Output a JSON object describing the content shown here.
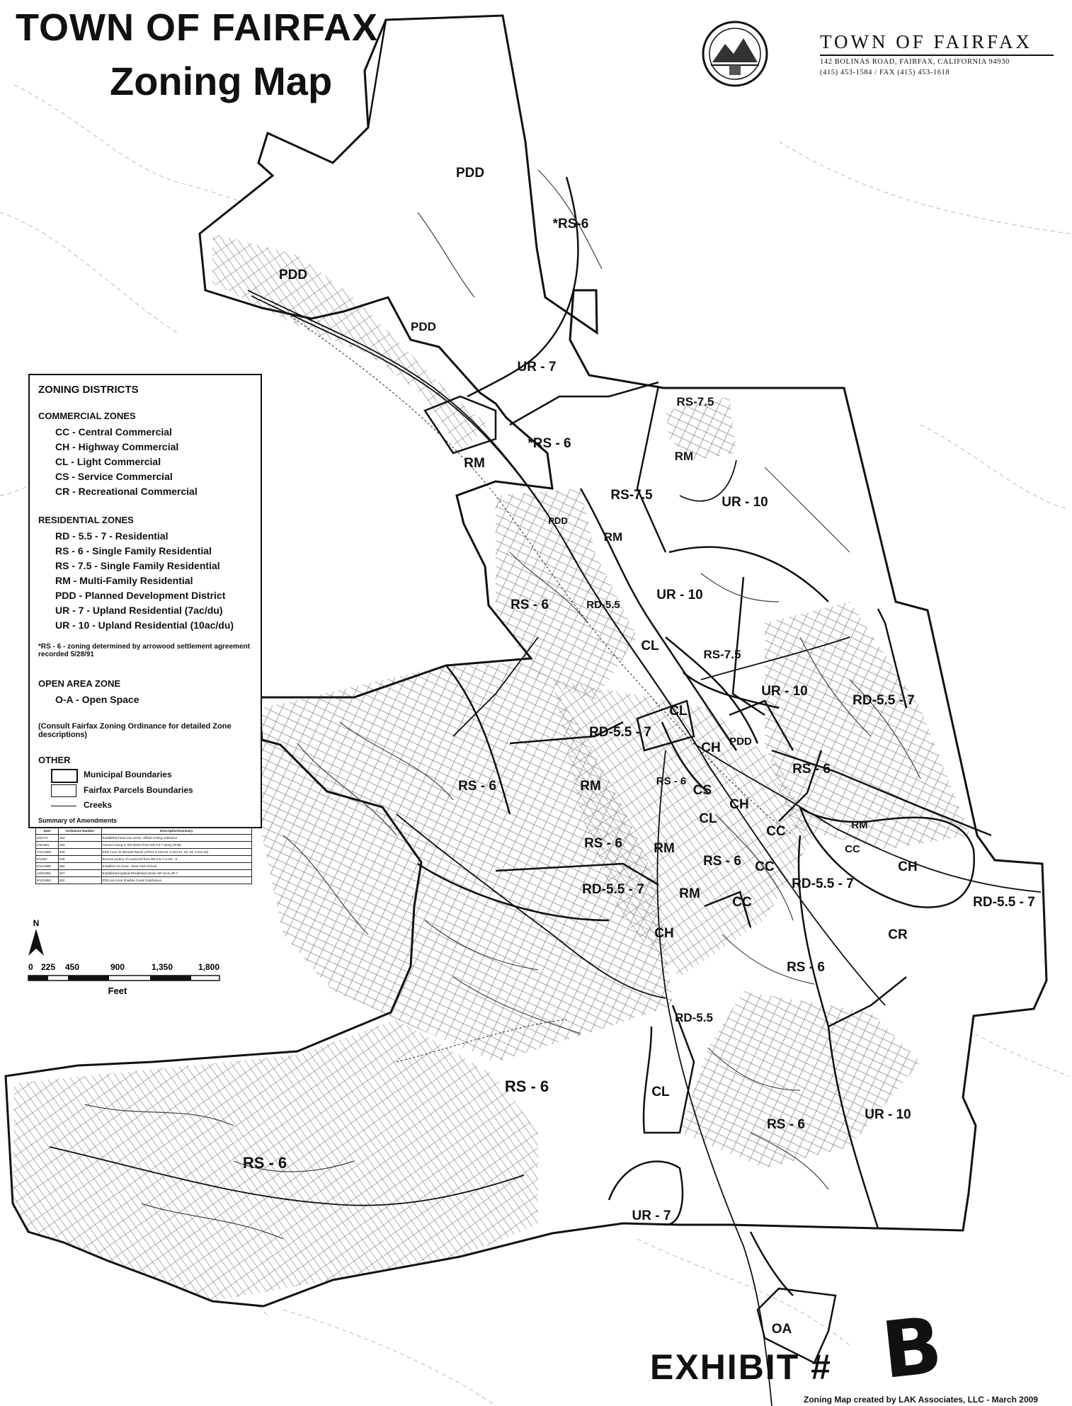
{
  "title": {
    "line1": "TOWN OF FAIRFAX",
    "line2": "Zoning Map"
  },
  "letterhead": {
    "name": "TOWN OF FAIRFAX",
    "address": "142 BOLINAS ROAD, FAIRFAX, CALIFORNIA 94930",
    "phone": "(415) 453-1584 / FAX (415) 453-1618"
  },
  "legend": {
    "title": "ZONING DISTRICTS",
    "commercial_heading": "COMMERCIAL ZONES",
    "commercial": [
      "CC - Central Commercial",
      "CH - Highway Commercial",
      "CL - Light Commercial",
      "CS - Service Commercial",
      "CR - Recreational Commercial"
    ],
    "residential_heading": "RESIDENTIAL ZONES",
    "residential": [
      "RD - 5.5 - 7 - Residential",
      "RS - 6 - Single Family Residential",
      "RS - 7.5 - Single Family Residential",
      "RM - Multi-Family Residential",
      "PDD - Planned Development District",
      "UR - 7 - Upland Residential (7ac/du)",
      "UR - 10 - Upland Residential (10ac/du)"
    ],
    "note": "*RS - 6 - zoning determined by arrowood settlement agreement recorded 5/28/91",
    "open_heading": "OPEN AREA ZONE",
    "open": [
      "O-A - Open Space"
    ],
    "consult": "(Consult Fairfax Zoning Ordinance for detailed Zone descriptions)",
    "other_heading": "OTHER",
    "other": [
      "Municipal Boundaries",
      "Fairfax Parcels Boundaries",
      "Creeks"
    ],
    "amend_caption": "Summary of Amendments",
    "amend_headers": [
      "Date",
      "Ordinance Number",
      "Description/Summary"
    ],
    "amend_rows": [
      [
        "3/21/73",
        "362",
        "Established land use zones, official zoning ordinance"
      ],
      [
        "2/6/1981",
        "483",
        "Amend zoning to RM district from RD 5.5-7 along SFDB"
      ],
      [
        "7/21/1983",
        "528",
        "PDD zone for Bennett Ranch (APN's 3-163-04, 3-164-01, 02, 03, 3-211-04)"
      ],
      [
        "9/13/87",
        "536",
        "Rezone portion of Acacia Rd from RD 5.5-7 to RS - 6"
      ],
      [
        "5/14/1990",
        "584",
        "Establish OA Zone - Deer Park School"
      ],
      [
        "12/9/1991",
        "607",
        "Established Upland Residential Zones UR-10 & UR-7"
      ],
      [
        "6/13/1994",
        "632",
        "PDD pre-zone Shadow Creek Subdivision"
      ]
    ],
    "north_label": "N",
    "scale_ticks": [
      "0",
      "225",
      "450",
      "900",
      "1,350",
      "1,800"
    ],
    "scale_unit": "Feet"
  },
  "zone_labels": [
    {
      "text": "PDD"
    },
    {
      "text": "*RS-6"
    },
    {
      "text": "PDD"
    },
    {
      "text": "PDD"
    },
    {
      "text": "UR - 7"
    },
    {
      "text": "RS-7.5"
    },
    {
      "text": "RM"
    },
    {
      "text": "*RS - 6"
    },
    {
      "text": "RM"
    },
    {
      "text": "RS-7.5"
    },
    {
      "text": "UR - 10"
    },
    {
      "text": "PDD"
    },
    {
      "text": "RM"
    },
    {
      "text": "UR - 10"
    },
    {
      "text": "RS - 6"
    },
    {
      "text": "RD-5.5"
    },
    {
      "text": "CL"
    },
    {
      "text": "RS-7.5"
    },
    {
      "text": "UR - 10"
    },
    {
      "text": "RD-5.5 - 7"
    },
    {
      "text": "CL"
    },
    {
      "text": "RD-5.5 - 7"
    },
    {
      "text": "CH"
    },
    {
      "text": "PDD"
    },
    {
      "text": "RS - 6"
    },
    {
      "text": "RS - 6"
    },
    {
      "text": "RM"
    },
    {
      "text": "RS - 6"
    },
    {
      "text": "CS"
    },
    {
      "text": "CH"
    },
    {
      "text": "CL"
    },
    {
      "text": "CC"
    },
    {
      "text": "RM"
    },
    {
      "text": "RS - 6"
    },
    {
      "text": "RM"
    },
    {
      "text": "CC"
    },
    {
      "text": "CH"
    },
    {
      "text": "RS - 6"
    },
    {
      "text": "CC"
    },
    {
      "text": "RD-5.5 - 7"
    },
    {
      "text": "RD-5.5 - 7"
    },
    {
      "text": "RM"
    },
    {
      "text": "CC"
    },
    {
      "text": "RD-5.5 - 7"
    },
    {
      "text": "CR"
    },
    {
      "text": "CH"
    },
    {
      "text": "RS - 6"
    },
    {
      "text": "RD-5.5"
    },
    {
      "text": "RS - 6"
    },
    {
      "text": "CL"
    },
    {
      "text": "RS - 6"
    },
    {
      "text": "UR - 10"
    },
    {
      "text": "RS - 6"
    },
    {
      "text": "UR - 7"
    },
    {
      "text": "OA"
    },
    {
      "text": "RS-7.5"
    },
    {
      "text": "RS - 6"
    }
  ],
  "exhibit": {
    "label": "EXHIBIT #",
    "mark": "B"
  },
  "credit": "Zoning Map created by LAK Associates, LLC - March 2009"
}
